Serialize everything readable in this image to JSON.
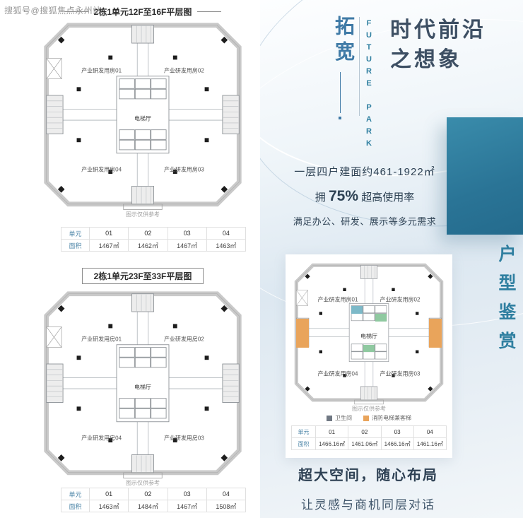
{
  "watermark": "搜狐号@搜狐焦点永州站",
  "brand": {
    "slogan_vertical": "拓宽",
    "brand_vertical": "FUTURE PARK",
    "headline_line1": "时代前沿",
    "headline_line2": "之想象",
    "side_tab": "户型鉴赏"
  },
  "colors": {
    "teal": "#2F7FA0",
    "headline": "#3D4F63",
    "accent_orange": "#E9A45B",
    "accent_green": "#8FC9A0",
    "table_label_blue": "#4D86A8"
  },
  "intro": {
    "line1": "一层四户建面约461-1922㎡",
    "line2_prefix": "拥",
    "line2_value": "75%",
    "line2_suffix": "超高使用率",
    "line3": "满足办公、研发、展示等多元需求"
  },
  "plans": [
    {
      "title": "2栋1单元12F至16F平层图",
      "rooms": {
        "r1": "产业研发用房01",
        "r2": "产业研发用房02",
        "r3": "产业研发用房03",
        "r4": "产业研发用房04",
        "core": "电梯厅"
      },
      "caption": "图示仅供参考",
      "table": {
        "unit_label": "单元",
        "area_label": "面积",
        "units": [
          "01",
          "02",
          "03",
          "04"
        ],
        "areas": [
          "1467㎡",
          "1462㎡",
          "1467㎡",
          "1463㎡"
        ]
      }
    },
    {
      "title": "2栋1单元23F至33F平层图",
      "rooms": {
        "r1": "产业研发用房01",
        "r2": "产业研发用房02",
        "r3": "产业研发用房03",
        "r4": "产业研发用房04",
        "core": "电梯厅"
      },
      "caption": "图示仅供参考",
      "table": {
        "unit_label": "单元",
        "area_label": "面积",
        "units": [
          "01",
          "02",
          "03",
          "04"
        ],
        "areas": [
          "1463㎡",
          "1484㎡",
          "1467㎡",
          "1508㎡"
        ]
      }
    },
    {
      "rooms": {
        "r1": "产业研发用房01",
        "r2": "产业研发用房02",
        "r3": "产业研发用房03",
        "r4": "产业研发用房04",
        "core": "电梯厅"
      },
      "caption": "图示仅供参考",
      "legend": [
        {
          "label": "卫生间",
          "color": "#707883"
        },
        {
          "label": "消防电梯兼客梯",
          "color": "#E9A45B"
        }
      ],
      "table": {
        "unit_label": "单元",
        "area_label": "面积",
        "units": [
          "01",
          "02",
          "03",
          "04"
        ],
        "areas": [
          "1466.16㎡",
          "1461.06㎡",
          "1466.16㎡",
          "1461.16㎡"
        ]
      }
    }
  ],
  "outro": {
    "line1": "超大空间，随心布局",
    "line2": "让灵感与商机同层对话"
  }
}
